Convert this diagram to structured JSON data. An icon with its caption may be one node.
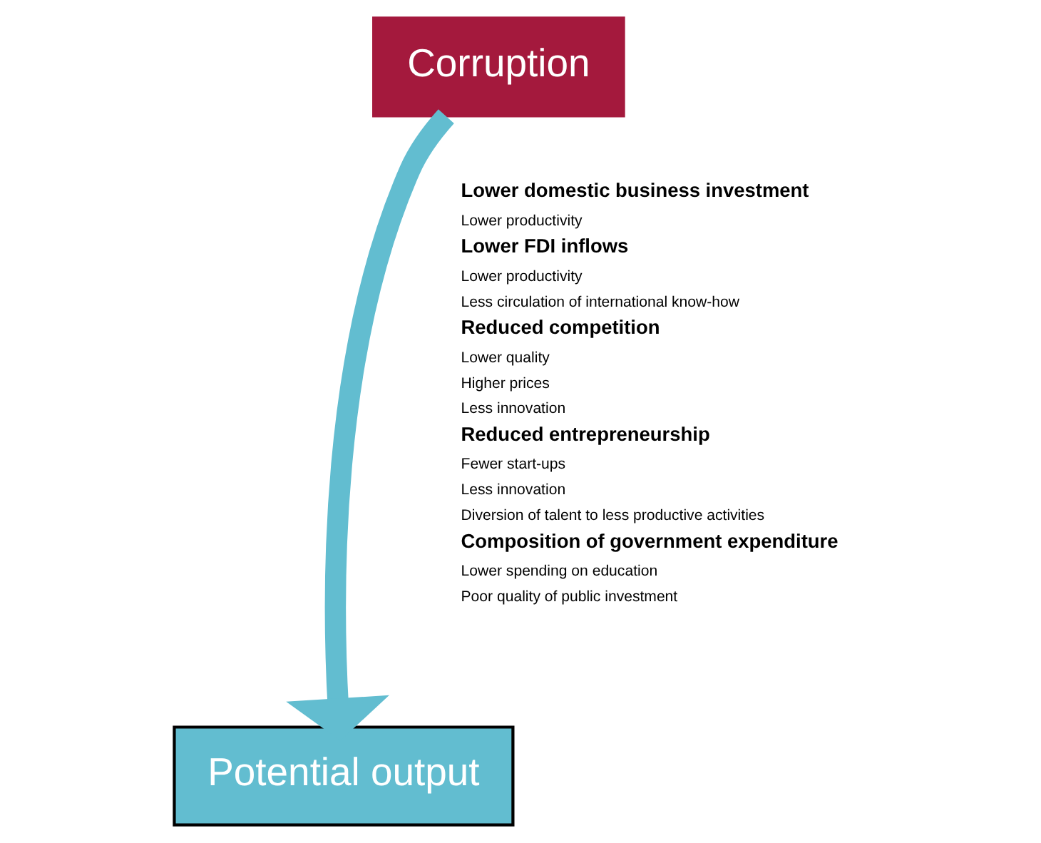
{
  "diagram": {
    "nodes": [
      {
        "text": [
          "Corruption"
        ]
      },
      {
        "text": [
          "Potential output"
        ]
      }
    ],
    "edges": [
      {
        "from": 0,
        "to": 1,
        "arrow": "to"
      }
    ],
    "labels": [
      "Lower domestic business investment",
      "Lower productivity",
      "Lower FDI inflows",
      "Lower productivity",
      "Less circulation of international know-how",
      "Reduced competition",
      "Lower quality",
      "Higher prices",
      "Less innovation",
      "Reduced entrepreneurship",
      "Fewer start-ups",
      "Less innovation",
      "Diversion of talent to less productive activities",
      "Composition of government expenditure",
      "Lower spending on education",
      "Poor quality of public investment"
    ]
  }
}
